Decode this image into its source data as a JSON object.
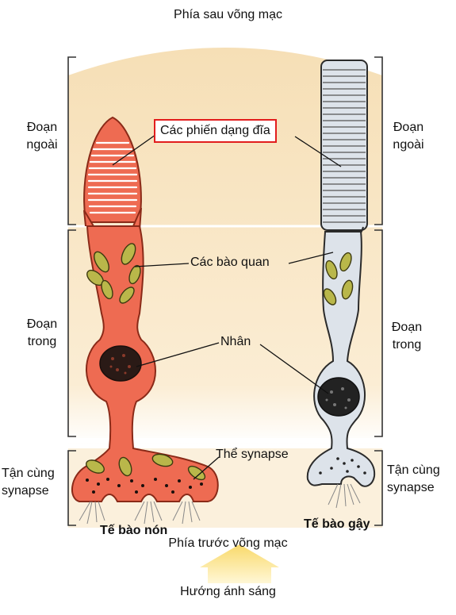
{
  "labels": {
    "top": "Phía sau võng mạc",
    "outer_left_1": "Đoạn",
    "outer_left_2": "ngoài",
    "outer_right_1": "Đoạn",
    "outer_right_2": "ngoài",
    "discs": "Các phiến dạng đĩa",
    "organelles": "Các bào quan",
    "inner_left_1": "Đoạn",
    "inner_left_2": "trong",
    "inner_right_1": "Đoạn",
    "inner_right_2": "trong",
    "nucleus": "Nhân",
    "synaptic_body": "Thể synapse",
    "terminal_left_1": "Tận cùng",
    "terminal_left_2": "synapse",
    "terminal_right_1": "Tận cùng",
    "terminal_right_2": "synapse",
    "cone_cell": "Tế bào nón",
    "rod_cell": "Tế bào gậy",
    "front": "Phía trước võng mạc",
    "light": "Hướng ánh sáng"
  },
  "colors": {
    "background_band": "#f8e7c8",
    "cone_fill": "#ee6b52",
    "cone_stroke": "#8a2a18",
    "rod_fill": "#dde3ea",
    "rod_stroke": "#2b2b2b",
    "mitochondria": "#b9b74a",
    "highlight_box": "#e21d1d",
    "arrow": "#fbe58e"
  },
  "icons": {
    "light_arrow": "up-arrow"
  }
}
